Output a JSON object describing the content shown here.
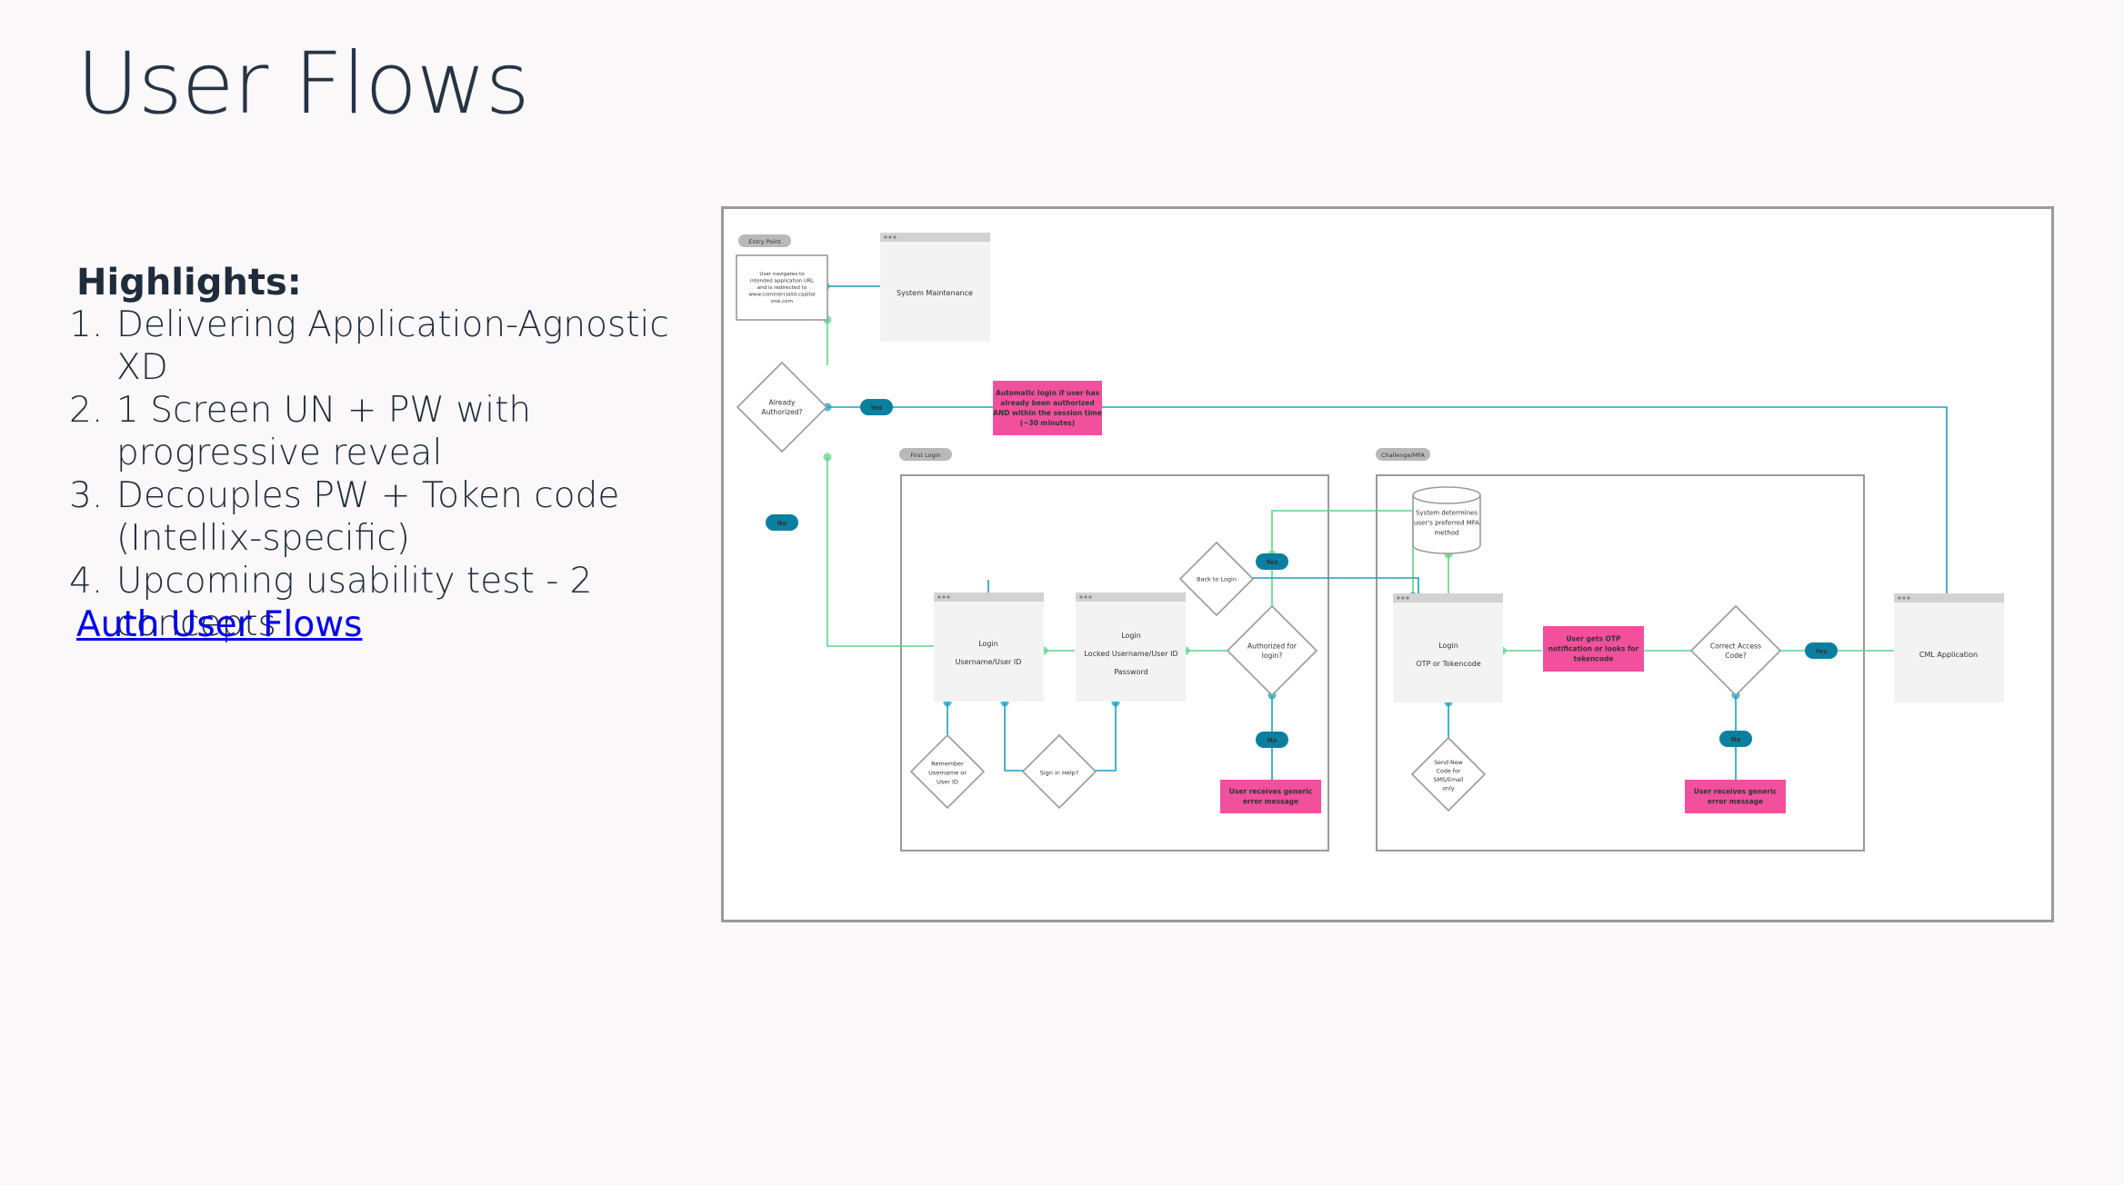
{
  "page": {
    "title": "User Flows",
    "highlights_heading": "Highlights:",
    "highlights": [
      {
        "num": "1.",
        "text": "Delivering Application-Agnostic XD"
      },
      {
        "num": "2.",
        "text": "1 Screen UN + PW with progressive reveal"
      },
      {
        "num": "3.",
        "text": "Decouples PW + Token code (Intellix-specific)"
      },
      {
        "num": "4.",
        "text": "Upcoming usability test - 2 concepts"
      }
    ],
    "link_text": "Auth User Flows"
  },
  "diagram": {
    "colors": {
      "green": "#5fd38a",
      "blue": "#1a9fc0",
      "pill": "#0b7fa0",
      "pink": "#f2509d",
      "gray": "#b9b9b9"
    },
    "nodes": {
      "start_tag": "Entry Point",
      "start": [
        "User navigates to",
        "intended application URL",
        "and is redirected to",
        "www.commercialid.capital",
        "one.com"
      ],
      "maintenance": "System Maintenance",
      "already_auth": [
        "Already",
        "Authorized?"
      ],
      "auto_login": [
        "Automatic login if user has",
        "already been authorized",
        "AND within the session time",
        "(~30 minutes)"
      ],
      "group1_tag": "First Login",
      "group2_tag": "Challenge/MFA",
      "login1": [
        "Login",
        "Username/User ID"
      ],
      "login2": [
        "Login",
        "Locked Username/User ID",
        "Password"
      ],
      "back_to_login": "Back to Login",
      "authorized_for_login": [
        "Authorized for",
        "login?"
      ],
      "remember": [
        "Remember",
        "Username or",
        "User ID"
      ],
      "sign_in_help": "Sign in Help?",
      "error1": [
        "User receives generic",
        "error message"
      ],
      "system_determines": [
        "System determines",
        "user's preferred MFA",
        "method"
      ],
      "login3": [
        "Login",
        "OTP or Tokencode"
      ],
      "user_gets_otp": [
        "User gets OTP",
        "notification or looks for",
        "tokencode"
      ],
      "correct_code": [
        "Correct Access",
        "Code?"
      ],
      "send_new_code": [
        "Send New",
        "Code for",
        "SMS/Email",
        "only"
      ],
      "cml_app": "CML Application",
      "error2": [
        "User receives generic",
        "error message"
      ],
      "yes": "Yes",
      "no": "No"
    }
  }
}
